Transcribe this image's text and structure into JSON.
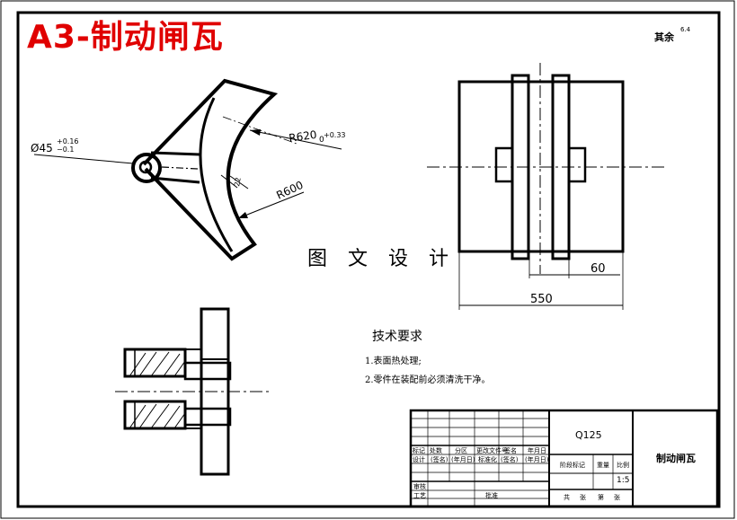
{
  "title": "A3-制动闸瓦",
  "surface_finish": {
    "label": "其余",
    "ra": "6.4"
  },
  "caption": "图 文 设 计",
  "dimensions": {
    "hole": "Ø45",
    "hole_tol_upper": "+0.16",
    "hole_tol_lower": "−0.1",
    "outer_radius": "R620",
    "outer_radius_sub": "0",
    "outer_radius_tol": "+0.33",
    "inner_radius": "R600",
    "small_label": "22",
    "width_small": "60",
    "width_total": "550"
  },
  "technical_requirements": {
    "title": "技术要求",
    "items": [
      "1.表面热处理;",
      "2.零件在装配前必须清洗干净。"
    ]
  },
  "title_block": {
    "material": "Q125",
    "part_name": "制动闸瓦",
    "scale": "1:5",
    "row_marks": [
      "标记",
      "处数",
      "分区",
      "更改文件号",
      "签名",
      "年月日"
    ],
    "row_design": [
      "设计",
      "(签名)",
      "(年月日)",
      "标准化",
      "(签名)",
      "(年月日)"
    ],
    "stage_labels": [
      "阶段标记",
      "重量",
      "比例"
    ],
    "review": "审核",
    "process": "工艺",
    "approve": "批准",
    "sheets": [
      "共",
      "张",
      "第",
      "张"
    ]
  },
  "colors": {
    "title": "#e00000",
    "line": "#000000",
    "background": "#ffffff"
  }
}
